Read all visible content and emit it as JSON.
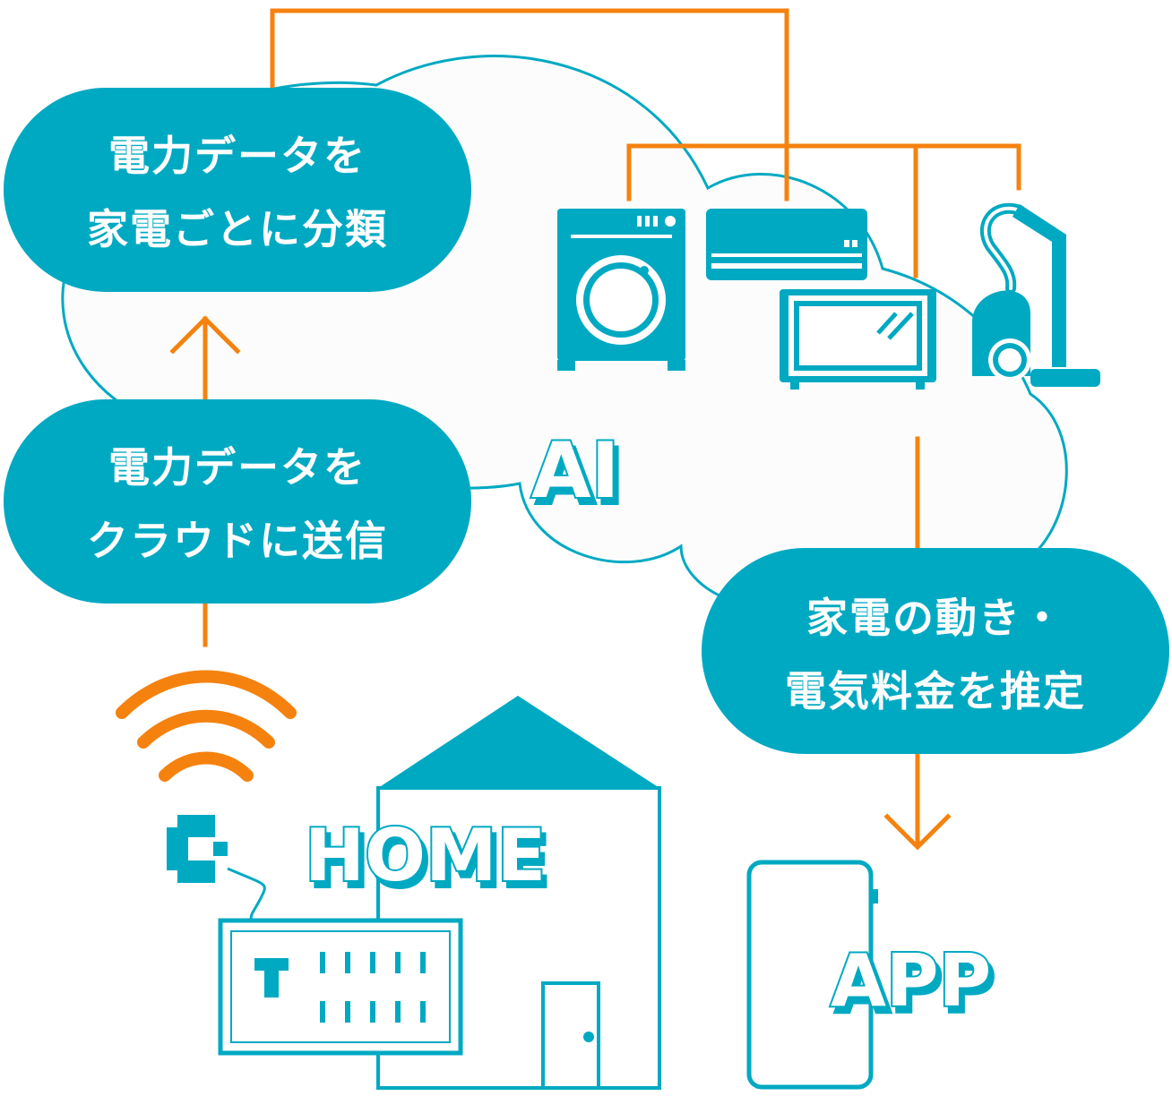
{
  "colors": {
    "teal": "#00a9c2",
    "orange": "#f5820f",
    "cloud_fill": "#fcfcfc",
    "white": "#ffffff"
  },
  "labels": {
    "classify_line1": "電力データを",
    "classify_line2": "家電ごとに分類",
    "send_line1": "電力データを",
    "send_line2": "クラウドに送信",
    "estimate_line1": "家電の動き・",
    "estimate_line2": "電気料金を推定",
    "ai": "AI",
    "home": "HOME",
    "app": "APP"
  },
  "icons": [
    "washing-machine-icon",
    "air-conditioner-icon",
    "microwave-icon",
    "vacuum-cleaner-icon",
    "wifi-icon",
    "smart-plug-icon",
    "power-meter-icon",
    "house-icon",
    "smartphone-icon"
  ]
}
